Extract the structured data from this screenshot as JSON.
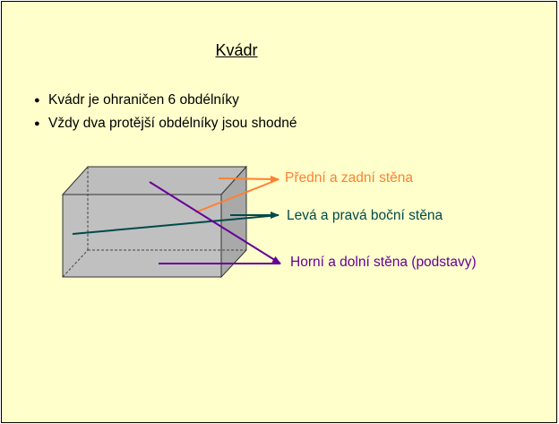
{
  "slide": {
    "title": "Kvádr",
    "bullets": [
      "Kvádr je ohraničen 6 obdélníky",
      "Vždy dva protější obdélníky jsou shodné"
    ]
  },
  "labels": {
    "front_back": "Přední a zadní stěna",
    "left_right": "Levá a pravá boční stěna",
    "top_bottom": "Horní a dolní stěna  (podstavy)"
  },
  "colors": {
    "background": "#ffffcc",
    "front_back": "#ff8033",
    "left_right": "#004a4a",
    "top_bottom": "#660099",
    "cuboid_fill": "#c0c0c0"
  }
}
